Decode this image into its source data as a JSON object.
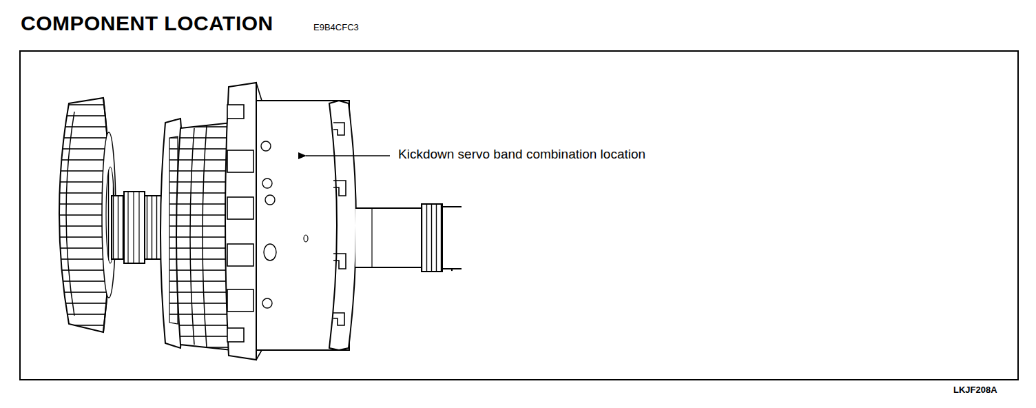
{
  "diagram": {
    "title": "COMPONENT LOCATION",
    "labels": [
      "E9B4CFC3",
      "Kickdown servo band combination location",
      "LKJF208A"
    ]
  }
}
